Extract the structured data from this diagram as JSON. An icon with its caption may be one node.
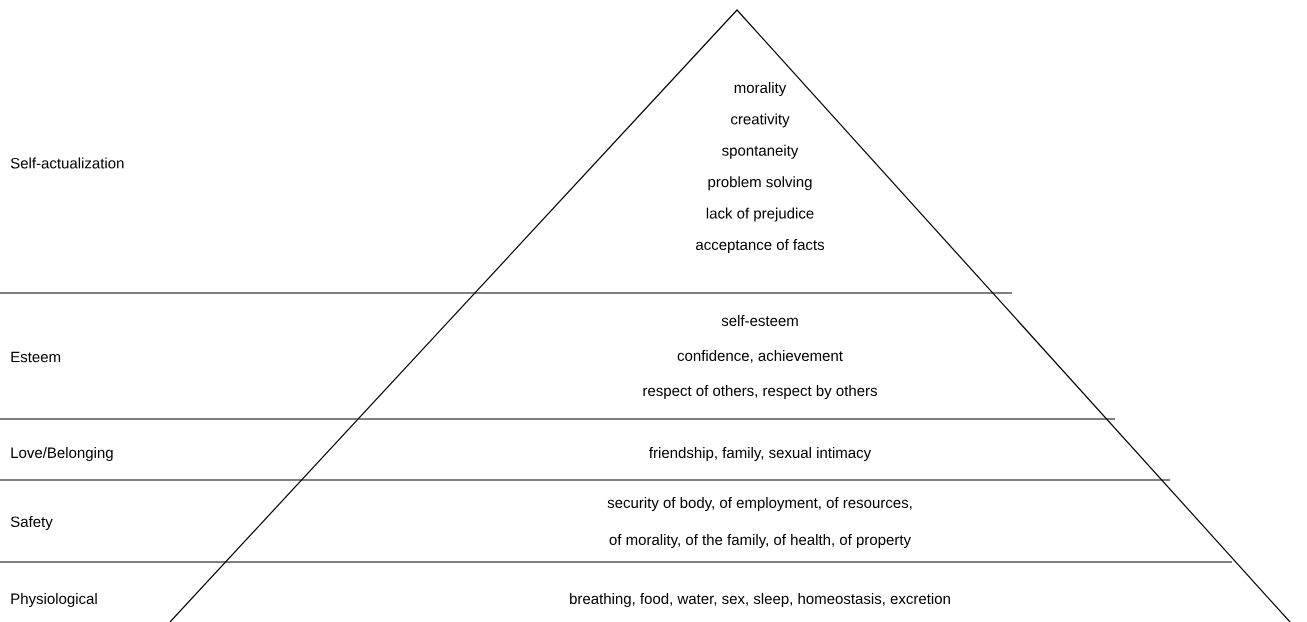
{
  "diagram": {
    "nodes": [
      {
        "text": [
          "Self-actualization",
          "morality",
          "creativity",
          "spontaneity",
          "problem solving",
          "lack of prejudice",
          "acceptance of facts"
        ]
      },
      {
        "text": [
          "Esteem",
          "self-esteem",
          "confidence, achievement",
          "respect of others, respect by others"
        ]
      },
      {
        "text": [
          "Love/Belonging",
          "friendship, family, sexual intimacy"
        ]
      },
      {
        "text": [
          "Safety",
          "security of body, of employment, of resources,",
          "of morality, of the family, of health, of property"
        ]
      },
      {
        "text": [
          "Physiological",
          "breathing, food, water, sex, sleep, homeostasis, excretion"
        ]
      }
    ]
  }
}
